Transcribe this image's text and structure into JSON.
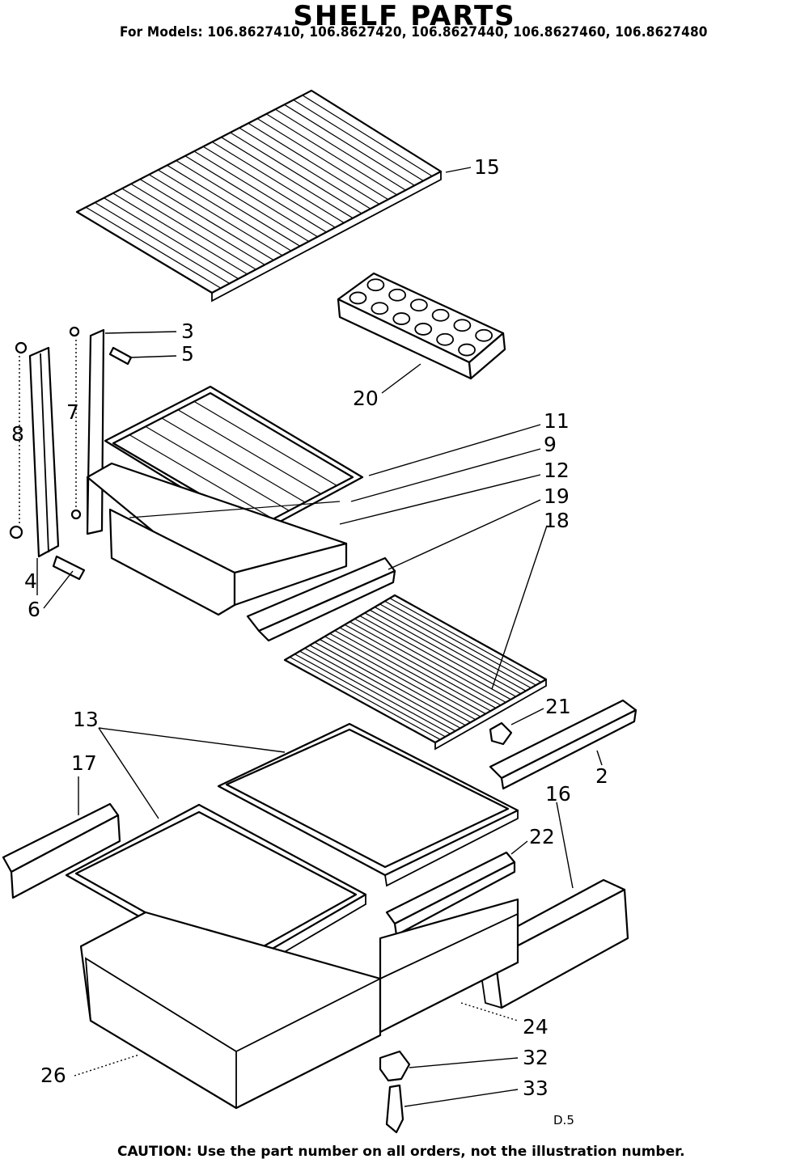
{
  "header": {
    "title": "SHELF PARTS",
    "models": "For Models: 106.8627410, 106.8627420, 106.8627440, 106.8627460, 106.8627480"
  },
  "callouts": {
    "p15": "15",
    "p3": "3",
    "p5": "5",
    "p20": "20",
    "p8": "8",
    "p7": "7",
    "p11": "11",
    "p9": "9",
    "p12": "12",
    "p19": "19",
    "p18": "18",
    "p4": "4",
    "p6": "6",
    "p13": "13",
    "p21": "21",
    "p17": "17",
    "p2": "2",
    "p16": "16",
    "p22": "22",
    "p24": "24",
    "p26": "26",
    "p32": "32",
    "p33": "33"
  },
  "drawing_code": "D.5",
  "footer": {
    "caution": "CAUTION: Use the part number on all orders, not the illustration number."
  }
}
